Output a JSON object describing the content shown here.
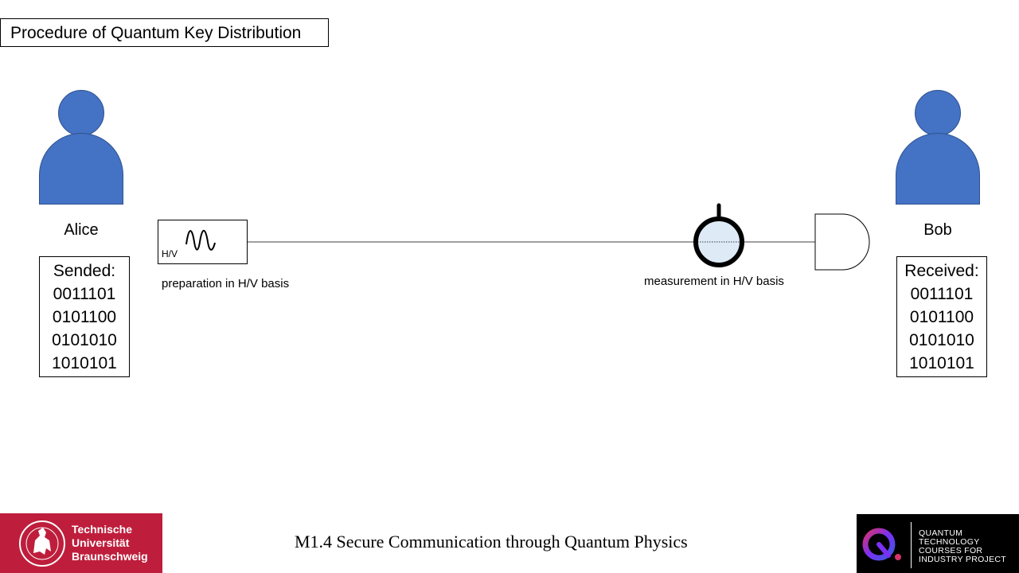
{
  "slide": {
    "title": "Procedure of Quantum Key Distribution",
    "footer_title": "M1.4 Secure Communication through Quantum Physics"
  },
  "alice": {
    "name": "Alice",
    "bits_label": "Sended:",
    "bits": [
      "0011101",
      "0101100",
      "0101010",
      "1010101"
    ]
  },
  "bob": {
    "name": "Bob",
    "bits_label": "Received:",
    "bits": [
      "0011101",
      "0101100",
      "0101010",
      "1010101"
    ]
  },
  "preparation": {
    "basis_label": "H/V",
    "caption": "preparation in H/V basis"
  },
  "measurement": {
    "caption": "measurement  in H/V basis"
  },
  "colors": {
    "person_fill": "#4472c4",
    "person_stroke": "#2f528f",
    "analyzer_fill": "#deebf7",
    "tu_red": "#be1e3c",
    "qt_logo_bg": "#000000"
  },
  "logos": {
    "left": {
      "icon": "university-seal-icon",
      "lines": [
        "Technische",
        "Universität",
        "Braunschweig"
      ]
    },
    "right": {
      "icon": "quantum-q-logo-icon",
      "lines": [
        "QUANTUM",
        "TECHNOLOGY",
        "COURSES FOR",
        "INDUSTRY PROJECT"
      ]
    }
  }
}
